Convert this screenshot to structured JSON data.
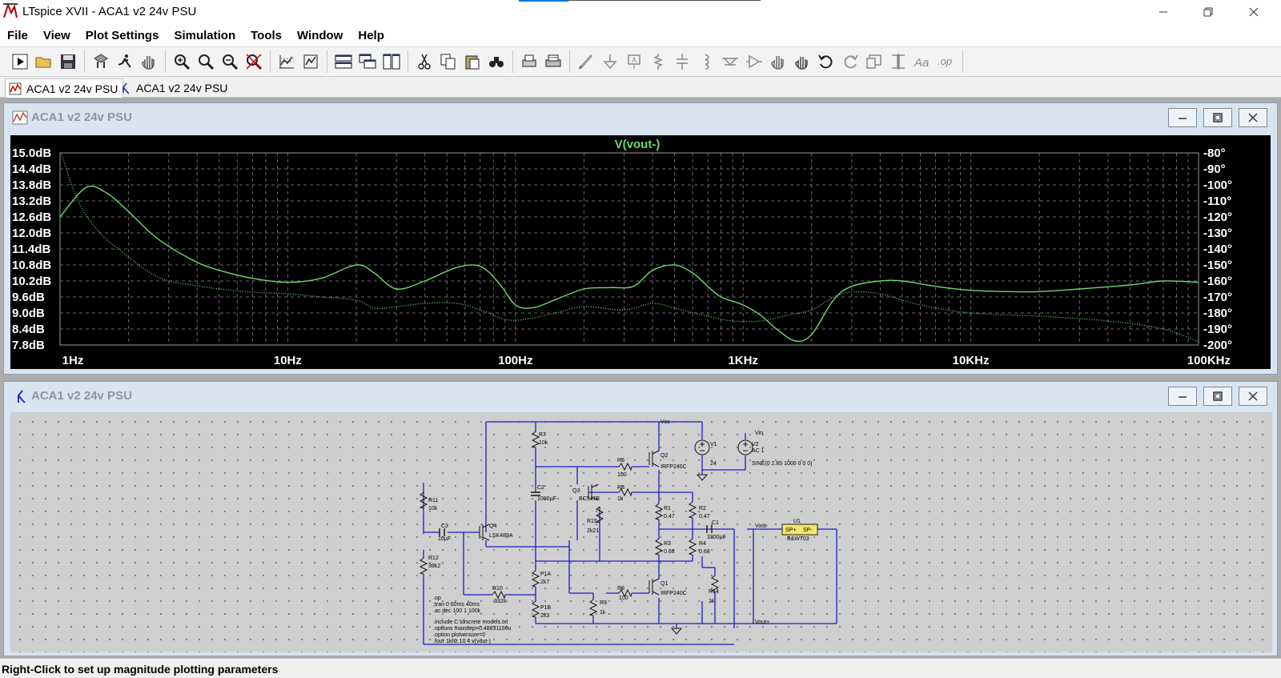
{
  "window": {
    "title": "LTspice XVII - ACA1 v2 24v PSU"
  },
  "menu": [
    "File",
    "View",
    "Plot Settings",
    "Simulation",
    "Tools",
    "Window",
    "Help"
  ],
  "toolbar_icons": [
    [
      "run-icon",
      "open-icon",
      "save-icon"
    ],
    [
      "control-panel-icon",
      "run-simulation-icon",
      "halt-icon"
    ],
    [
      "zoom-area-icon",
      "zoom-in-icon",
      "zoom-out-icon",
      "zoom-fit-icon"
    ],
    [
      "autorange-icon",
      "manual-limits-icon"
    ],
    [
      "tile-horizontal-icon",
      "cascade-icon",
      "tile-vertical-icon"
    ],
    [
      "cut-icon",
      "copy-icon",
      "paste-icon",
      "find-icon"
    ],
    [
      "print-icon",
      "print-setup-icon"
    ],
    [
      "wire-icon",
      "ground-icon",
      "label-icon",
      "resistor-icon",
      "capacitor-icon",
      "inductor-icon",
      "diode-icon",
      "component-icon",
      "move-icon",
      "drag-icon",
      "undo-icon",
      "redo-icon",
      "rotate-icon",
      "mirror-icon",
      "text-icon",
      "spice-directive-icon"
    ]
  ],
  "tabs": [
    {
      "label": "ACA1 v2 24v PSU",
      "icon": "waveform-icon",
      "active": true
    },
    {
      "label": "ACA1 v2 24v PSU",
      "icon": "schematic-icon",
      "active": false
    }
  ],
  "plot_window": {
    "title": "ACA1 v2 24v PSU",
    "icon": "waveform-icon"
  },
  "schematic_window": {
    "title": "ACA1 v2 24v PSU",
    "icon": "schematic-icon"
  },
  "colors": {
    "plot_bg": "#000000",
    "trace": "#6dd86d",
    "grid": "#6a6a6a",
    "schematic_bg": "#cfcfcf",
    "wire": "#1c1cc8"
  },
  "chart_data": {
    "type": "line",
    "title": "V(vout-)",
    "x_scale": "log",
    "xlim": [
      1,
      100000
    ],
    "x_ticks": [
      {
        "value": 1,
        "label": "1Hz"
      },
      {
        "value": 10,
        "label": "10Hz"
      },
      {
        "value": 100,
        "label": "100Hz"
      },
      {
        "value": 1000,
        "label": "1KHz"
      },
      {
        "value": 10000,
        "label": "10KHz"
      },
      {
        "value": 100000,
        "label": "100KHz"
      }
    ],
    "ylim": [
      7.8,
      15.0
    ],
    "y_ticks": [
      "15.0dB",
      "14.4dB",
      "13.8dB",
      "13.2dB",
      "12.6dB",
      "12.0dB",
      "11.4dB",
      "10.8dB",
      "10.2dB",
      "9.6dB",
      "9.0dB",
      "8.4dB",
      "7.8dB"
    ],
    "y2lim": [
      -200,
      -80
    ],
    "y2_ticks": [
      "-80°",
      "-90°",
      "-100°",
      "-110°",
      "-120°",
      "-130°",
      "-140°",
      "-150°",
      "-160°",
      "-170°",
      "-180°",
      "-190°",
      "-200°"
    ],
    "grid": true,
    "series": [
      {
        "axis": "magnitude",
        "style": "solid",
        "x": [
          1,
          1.3,
          1.6,
          2,
          2.5,
          3,
          4,
          5,
          7,
          10,
          14,
          20,
          24,
          30,
          40,
          55,
          70,
          85,
          100,
          120,
          150,
          200,
          260,
          330,
          400,
          500,
          600,
          700,
          800,
          1000,
          1200,
          1400,
          1700,
          2000,
          2500,
          3000,
          4000,
          5000,
          7000,
          10000,
          15000,
          20000,
          30000,
          50000,
          70000,
          100000
        ],
        "y": [
          12.6,
          13.7,
          13.5,
          12.8,
          12.0,
          11.5,
          10.9,
          10.6,
          10.3,
          10.15,
          10.3,
          10.8,
          10.5,
          9.9,
          10.2,
          10.7,
          10.75,
          10.1,
          9.3,
          9.2,
          9.5,
          9.9,
          9.95,
          10.0,
          10.6,
          10.8,
          10.5,
          10.0,
          9.6,
          9.3,
          8.9,
          8.4,
          7.95,
          8.2,
          9.5,
          10.0,
          10.2,
          10.2,
          10.0,
          9.85,
          9.8,
          9.8,
          9.9,
          10.05,
          10.2,
          10.15
        ]
      },
      {
        "axis": "phase",
        "style": "dotted",
        "x": [
          1,
          1.2,
          1.5,
          2,
          2.5,
          3,
          4,
          5,
          7,
          10,
          14,
          20,
          24,
          30,
          40,
          55,
          70,
          90,
          110,
          150,
          200,
          300,
          400,
          500,
          700,
          900,
          1200,
          1500,
          2000,
          2500,
          3000,
          4000,
          6000,
          10000,
          20000,
          40000,
          70000,
          100000
        ],
        "y": [
          -78,
          -110,
          -130,
          -145,
          -155,
          -160,
          -163,
          -165,
          -167,
          -168,
          -170,
          -172,
          -177,
          -176,
          -174,
          -174,
          -178,
          -184,
          -184,
          -180,
          -176,
          -178,
          -174,
          -177,
          -182,
          -185,
          -185,
          -182,
          -178,
          -170,
          -167,
          -168,
          -175,
          -180,
          -182,
          -185,
          -190,
          -198
        ]
      }
    ]
  },
  "schematic": {
    "labels": [
      "Vcc",
      "R7",
      "10k",
      "Q2",
      "IRFP240C",
      "V1",
      "24",
      "V2",
      "AC 1",
      "SINE(0 2.85 1000 0 0 0)",
      "Vin",
      "R5",
      "100",
      "Q3",
      "BC547B",
      "R8",
      "1k",
      "C2",
      "1000µF",
      "R15",
      "2k21",
      "R1",
      "0.47",
      "R2",
      "0.47",
      "C1",
      "3300µF",
      "U1",
      "SP+",
      "SP-",
      "B&W703",
      "R3",
      "0.68",
      "R4",
      "0.68",
      "Vout-",
      "R11",
      "10k",
      "C3",
      "10µF",
      "Q4",
      "LSK489A",
      "R12",
      "39k2",
      "P1A",
      "2k7",
      "R10",
      "332k",
      "R9",
      "1k",
      "R6",
      "100",
      "Q1",
      "IRFP240C",
      "R14",
      "1k",
      "P1B",
      "2k3",
      "Vout+"
    ],
    "directives": [
      ".op",
      ";tran 0 60ms 40ms",
      ".ac dec 100 1 100k",
      ".include C:\\discrete models.txt",
      ".options maxstep=0.48831106u",
      ".option plotwinsize=0",
      ".four 1khz 10 4 v(vout-)"
    ]
  },
  "status": {
    "text": "Right-Click to set up magnitude plotting parameters"
  }
}
